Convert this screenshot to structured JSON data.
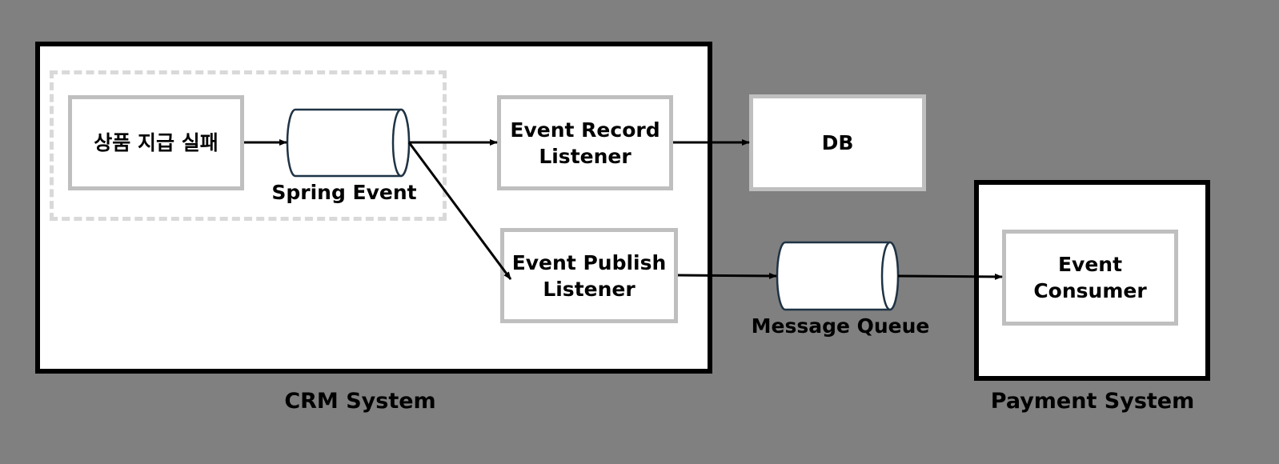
{
  "diagram": {
    "systems": [
      {
        "id": "crm",
        "label": "CRM System"
      },
      {
        "id": "payment",
        "label": "Payment System"
      }
    ],
    "nodes": {
      "payment_failure": {
        "label": "상품 지급 실패",
        "type": "process"
      },
      "spring_event": {
        "label": "Spring Event",
        "type": "queue"
      },
      "event_record_listener": {
        "label": "Event Record\nListener",
        "type": "process"
      },
      "event_publish_listener": {
        "label": "Event Publish\nListener",
        "type": "process"
      },
      "db": {
        "label": "DB",
        "type": "storage"
      },
      "message_queue": {
        "label": "Message Queue",
        "type": "queue"
      },
      "event_consumer": {
        "label": "Event\nConsumer",
        "type": "process"
      }
    },
    "edges": [
      {
        "from": "payment_failure",
        "to": "spring_event"
      },
      {
        "from": "spring_event",
        "to": "event_record_listener"
      },
      {
        "from": "spring_event",
        "to": "event_publish_listener"
      },
      {
        "from": "event_record_listener",
        "to": "db"
      },
      {
        "from": "event_publish_listener",
        "to": "message_queue"
      },
      {
        "from": "message_queue",
        "to": "event_consumer"
      }
    ],
    "colors": {
      "background": "#808080",
      "system_border": "#000000",
      "node_border": "#bfbfbf",
      "group_dashed": "#d9d9d9",
      "cylinder_stroke": "#1f3344",
      "arrow": "#000000"
    }
  }
}
